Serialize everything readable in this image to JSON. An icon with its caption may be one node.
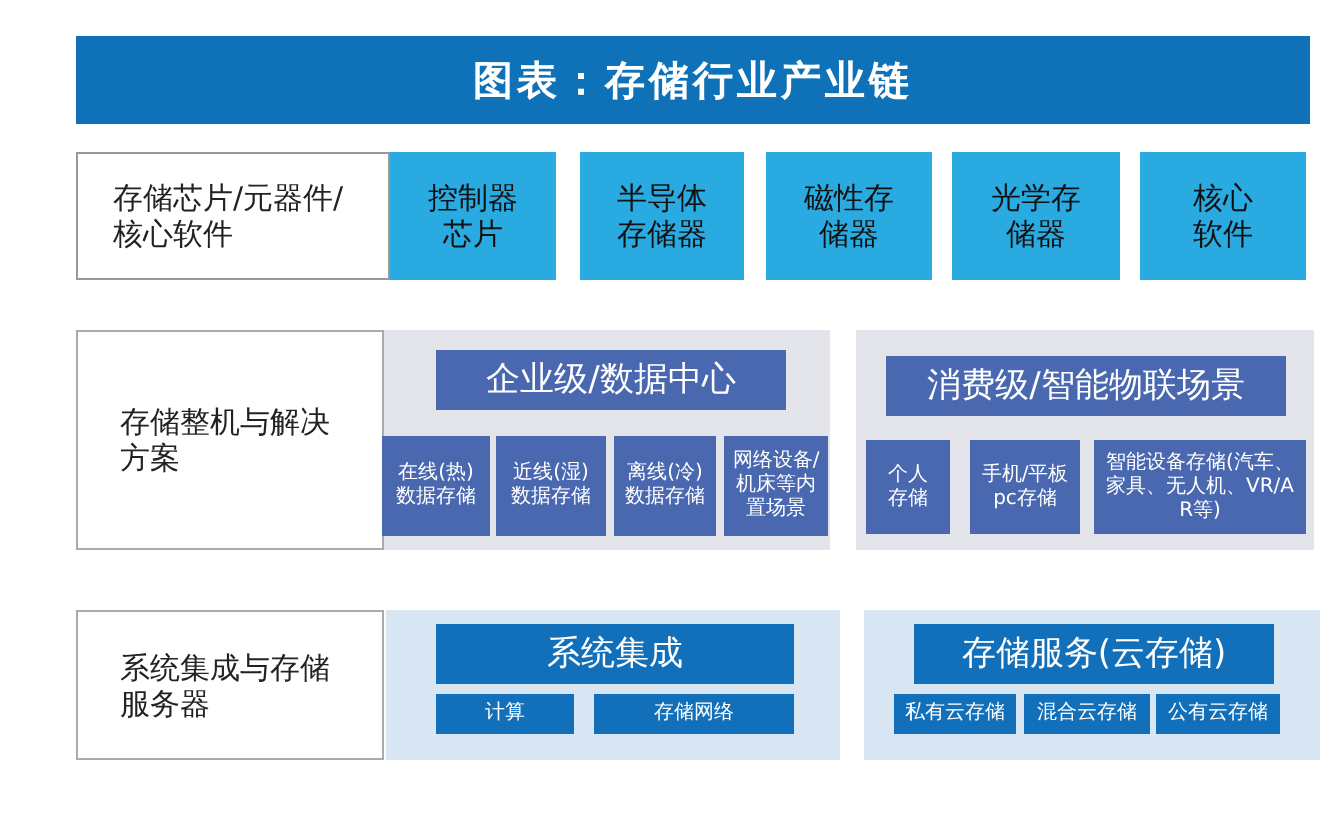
{
  "diagram": {
    "title": "图表：存储行业产业链",
    "nodes": [
      {
        "text": [
          "存储芯片/元器件/核心软件"
        ]
      },
      {
        "text": [
          "控制器芯片"
        ]
      },
      {
        "text": [
          "半导体存储器"
        ]
      },
      {
        "text": [
          "磁性存储器"
        ]
      },
      {
        "text": [
          "光学存储器"
        ]
      },
      {
        "text": [
          "核心软件"
        ]
      },
      {
        "text": [
          "存储整机与解决方案"
        ]
      },
      {
        "text": [],
        "shape": "box"
      },
      {
        "text": [
          "企业级/数据中心"
        ],
        "in": 7
      },
      {
        "text": [
          "在线(热)数据存储"
        ],
        "in": 7
      },
      {
        "text": [
          "近线(湿)数据存储"
        ],
        "in": 7
      },
      {
        "text": [
          "离线(冷)数据存储"
        ],
        "in": 7
      },
      {
        "text": [
          "网络设备/机床等内置场景"
        ],
        "in": 7
      },
      {
        "text": [],
        "shape": "box"
      },
      {
        "text": [
          "消费级/智能物联场景"
        ],
        "in": 13
      },
      {
        "text": [
          "个人存储"
        ],
        "in": 13
      },
      {
        "text": [
          "手机/平板pc存储"
        ],
        "in": 13
      },
      {
        "text": [
          "智能设备存储(汽车、家具、无人机、VR/AR等)"
        ],
        "in": 13
      },
      {
        "text": [
          "系统集成与存储服务器"
        ]
      },
      {
        "text": [],
        "shape": "box"
      },
      {
        "text": [
          "系统集成"
        ],
        "in": 19
      },
      {
        "text": [
          "计算"
        ],
        "in": 19
      },
      {
        "text": [
          "存储网络"
        ],
        "in": 19
      },
      {
        "text": [],
        "shape": "box"
      },
      {
        "text": [
          "存储服务(云存储)"
        ],
        "in": 23
      },
      {
        "text": [
          "私有云存储"
        ],
        "in": 23
      },
      {
        "text": [
          "混合云存储"
        ],
        "in": 23
      },
      {
        "text": [
          "公有云存储"
        ],
        "in": 23
      }
    ]
  }
}
